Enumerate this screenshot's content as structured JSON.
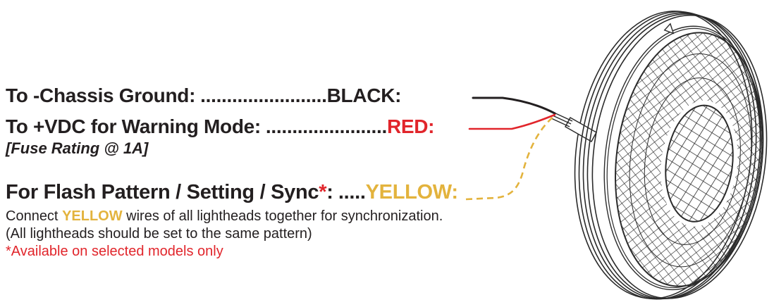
{
  "colors": {
    "ink": "#231f20",
    "red": "#e1252b",
    "yellow": "#e3b33d",
    "line_art": "#2b2b2b"
  },
  "rows": {
    "ground": {
      "label": "To -Chassis Ground:",
      "dots": "........................",
      "wire_label": "BLACK:"
    },
    "vdc": {
      "label": "To +VDC for Warning Mode:",
      "dots": ".......................",
      "wire_label": "RED:"
    },
    "fuse_note": "[Fuse Rating @ 1A]",
    "sync": {
      "label": "For Flash Pattern / Setting / Sync",
      "asterisk": "*",
      "colon": ":",
      "dots": ".....",
      "wire_label": "YELLOW:"
    }
  },
  "notes": {
    "sync_connect_prefix": "Connect ",
    "sync_connect_highlight": "YELLOW",
    "sync_connect_suffix": " wires of all lightheads together for synchronization.",
    "sync_pattern": "(All lightheads should be set to the same pattern)",
    "availability": "*Available on selected models only"
  },
  "illustration": {
    "description": "round-lighthead-line-drawing"
  }
}
